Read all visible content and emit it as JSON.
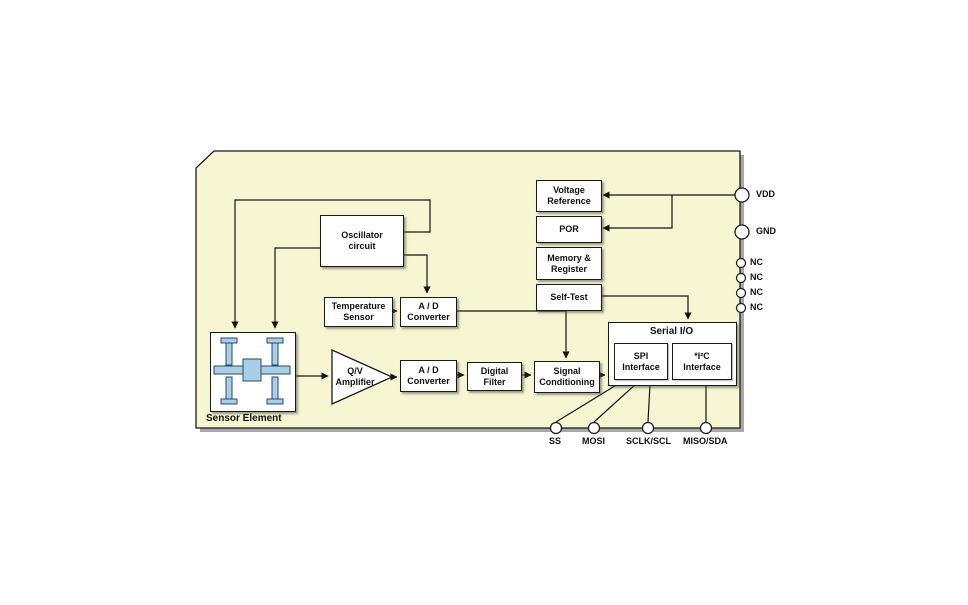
{
  "blocks": {
    "oscillator": "Oscillator\ncircuit",
    "voltage_reference": "Voltage\nReference",
    "por": "POR",
    "memory_register": "Memory &\nRegister",
    "self_test": "Self-Test",
    "temperature_sensor": "Temperature\nSensor",
    "adc_top": "A / D\nConverter",
    "adc_bottom": "A / D\nConverter",
    "digital_filter": "Digital\nFilter",
    "signal_conditioning": "Signal\nConditioning",
    "serial_io": "Serial I/O",
    "spi_interface": "SPI\nInterface",
    "i2c_interface": "*I²C\nInterface",
    "qv_amplifier": "Q/V\nAmplifier",
    "sensor_element": "Sensor Element"
  },
  "pins": {
    "right": [
      "VDD",
      "GND",
      "NC",
      "NC",
      "NC",
      "NC"
    ],
    "bottom": [
      "SS",
      "MOSI",
      "SCLK/SCL",
      "MISO/SDA"
    ]
  },
  "colors": {
    "chip_fill": "#f6f6d2",
    "mems_fill": "#a9cfe8",
    "line": "#141414"
  }
}
